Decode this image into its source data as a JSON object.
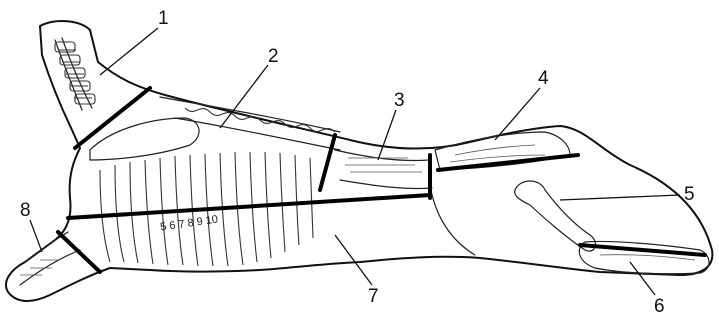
{
  "diagram": {
    "labels": [
      {
        "id": "1",
        "text": "1"
      },
      {
        "id": "2",
        "text": "2"
      },
      {
        "id": "3",
        "text": "3"
      },
      {
        "id": "4",
        "text": "4"
      },
      {
        "id": "5",
        "text": "5"
      },
      {
        "id": "6",
        "text": "6"
      },
      {
        "id": "7",
        "text": "7"
      },
      {
        "id": "8",
        "text": "8"
      }
    ],
    "rib_numbers": "5 6 7 8 9 10"
  }
}
